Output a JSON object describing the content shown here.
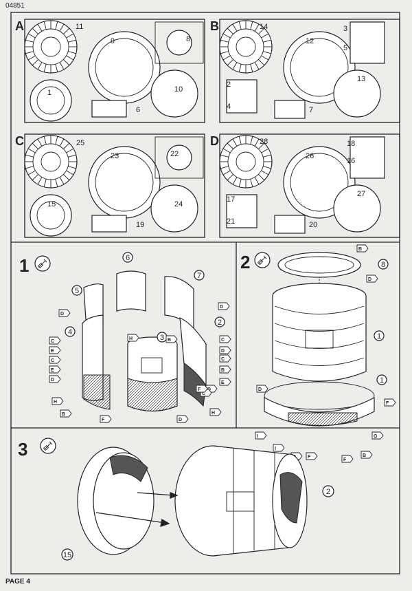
{
  "header": {
    "doc_code": "04851"
  },
  "footer": {
    "page_label": "PAGE 4"
  },
  "sprues": [
    {
      "letter": "A",
      "parts": [
        "11",
        "9",
        "8",
        "1",
        "10",
        "6"
      ]
    },
    {
      "letter": "B",
      "parts": [
        "14",
        "12",
        "3",
        "5",
        "2",
        "4",
        "13",
        "7"
      ]
    },
    {
      "letter": "C",
      "parts": [
        "25",
        "23",
        "22",
        "15",
        "24",
        "19"
      ]
    },
    {
      "letter": "D",
      "parts": [
        "28",
        "26",
        "18",
        "16",
        "17",
        "21",
        "27",
        "20"
      ]
    }
  ],
  "steps": [
    {
      "number": "1",
      "icon": "glue-tube-icon",
      "callouts": [
        "6",
        "7",
        "5",
        "2",
        "4",
        "3"
      ],
      "flags": [
        "D",
        "D",
        "C",
        "E",
        "C",
        "E",
        "D",
        "H",
        "B",
        "C",
        "D",
        "B",
        "H",
        "C",
        "E",
        "D",
        "C",
        "F",
        "H",
        "B",
        "F",
        "D"
      ]
    },
    {
      "number": "2",
      "icon": "glue-tube-icon",
      "callouts": [
        "8",
        "1",
        "1"
      ],
      "flags": [
        "B",
        "D",
        "D",
        "F",
        "I",
        "I",
        "D",
        "F",
        "F",
        "G",
        "B"
      ]
    },
    {
      "number": "3",
      "icon": "glue-tube-icon",
      "callouts": [
        "2",
        "15"
      ]
    }
  ]
}
